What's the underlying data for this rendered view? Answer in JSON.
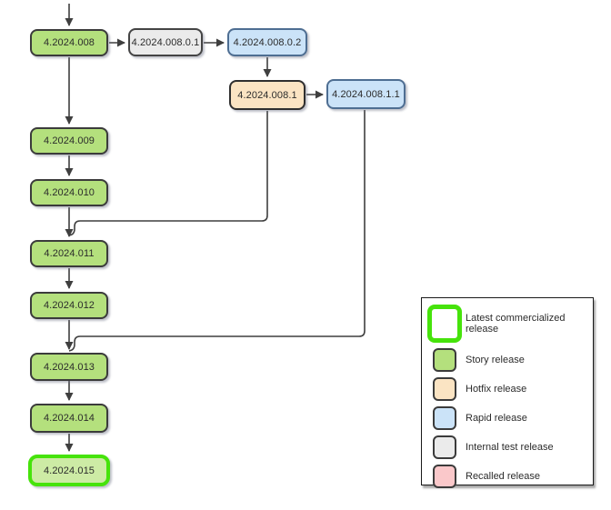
{
  "diagram": {
    "nodes": [
      {
        "label": "4.2024.008",
        "type": "story"
      },
      {
        "label": "4.2024.008.0.1",
        "type": "internal-test"
      },
      {
        "label": "4.2024.008.0.2",
        "type": "rapid"
      },
      {
        "label": "4.2024.008.1",
        "type": "hotfix"
      },
      {
        "label": "4.2024.008.1.1",
        "type": "rapid"
      },
      {
        "label": "4.2024.009",
        "type": "story"
      },
      {
        "label": "4.2024.010",
        "type": "story"
      },
      {
        "label": "4.2024.011",
        "type": "story"
      },
      {
        "label": "4.2024.012",
        "type": "story"
      },
      {
        "label": "4.2024.013",
        "type": "story"
      },
      {
        "label": "4.2024.014",
        "type": "story"
      },
      {
        "label": "4.2024.015",
        "type": "story",
        "latest_commercialized": true
      }
    ],
    "edges": [
      {
        "from": "",
        "to": "4.2024.008",
        "note": "arrow entering from top edge"
      },
      {
        "from": "4.2024.008",
        "to": "4.2024.008.0.1"
      },
      {
        "from": "4.2024.008.0.1",
        "to": "4.2024.008.0.2"
      },
      {
        "from": "4.2024.008.0.2",
        "to": "4.2024.008.1"
      },
      {
        "from": "4.2024.008.1",
        "to": "4.2024.008.1.1"
      },
      {
        "from": "4.2024.008",
        "to": "4.2024.009"
      },
      {
        "from": "4.2024.009",
        "to": "4.2024.010"
      },
      {
        "from": "4.2024.010",
        "to": "4.2024.011"
      },
      {
        "from": "4.2024.008.1",
        "to": "4.2024.011"
      },
      {
        "from": "4.2024.011",
        "to": "4.2024.012"
      },
      {
        "from": "4.2024.012",
        "to": "4.2024.013"
      },
      {
        "from": "4.2024.008.1.1",
        "to": "4.2024.013"
      },
      {
        "from": "4.2024.013",
        "to": "4.2024.014"
      },
      {
        "from": "4.2024.014",
        "to": "4.2024.015"
      }
    ]
  },
  "legend": {
    "items": [
      {
        "label": "Latest commercialized release",
        "swatch": "latest",
        "color": "#46e30b"
      },
      {
        "label": "Story release",
        "swatch": "story",
        "color": "#b4e07d"
      },
      {
        "label": "Hotfix release",
        "swatch": "hotfix",
        "color": "#fbe4c3"
      },
      {
        "label": "Rapid release",
        "swatch": "rapid",
        "color": "#cbe3f8"
      },
      {
        "label": "Internal test release",
        "swatch": "internal-test",
        "color": "#ebebeb"
      },
      {
        "label": "Recalled release",
        "swatch": "recalled",
        "color": "#fac8ca"
      }
    ]
  },
  "colors": {
    "story": "#b4e07d",
    "hotfix": "#fbe4c3",
    "rapid": "#cbe3f8",
    "internal_test": "#ebebeb",
    "recalled": "#fac8ca",
    "latest_border": "#46e30b",
    "connector_line": "#3f3f3f"
  }
}
